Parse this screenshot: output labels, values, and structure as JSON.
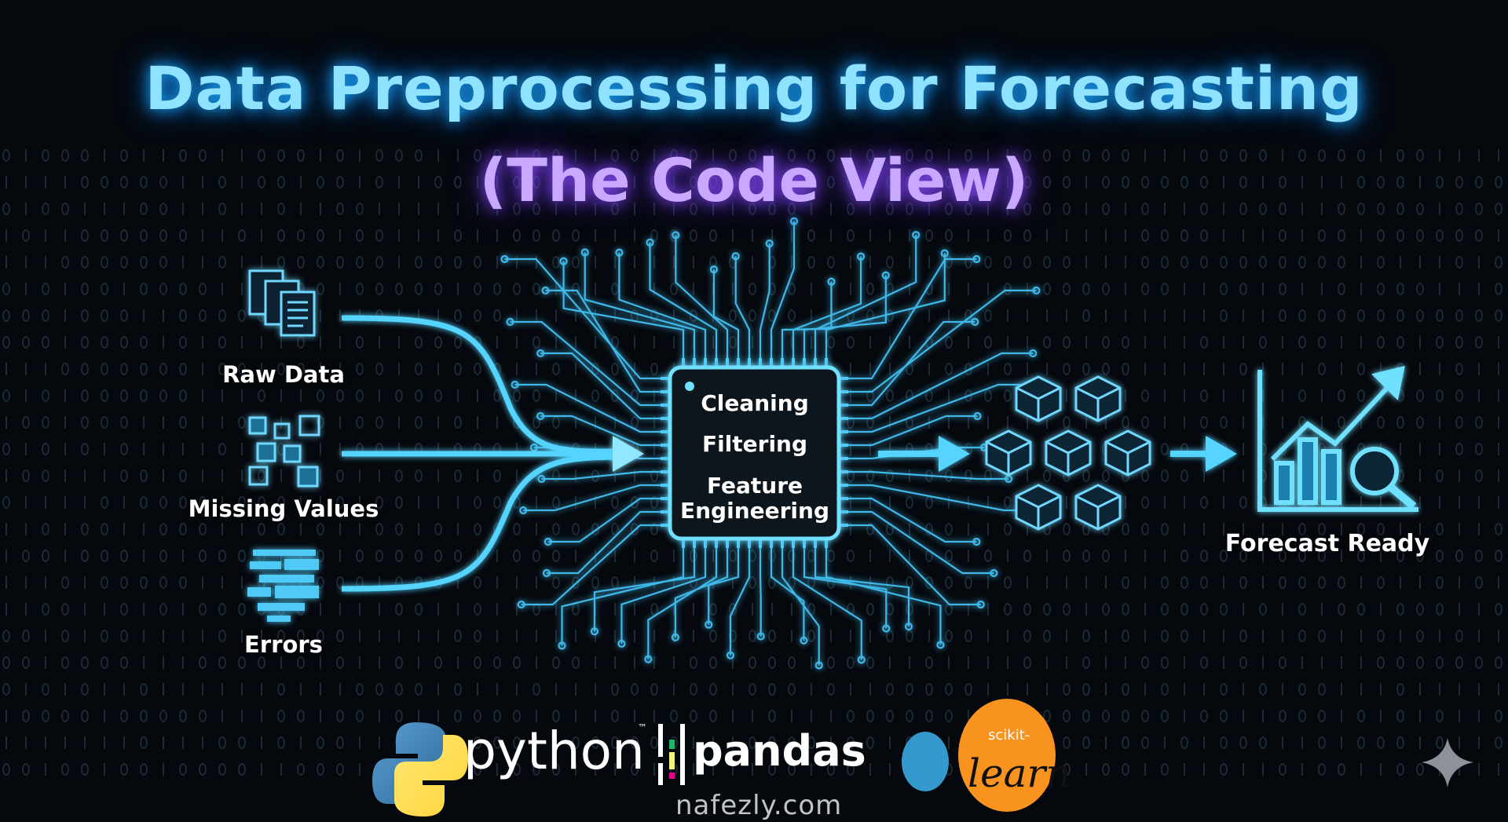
{
  "title": {
    "line1": "Data Preprocessing for Forecasting",
    "line2": "(The Code View)"
  },
  "inputs": [
    {
      "label": "Raw Data",
      "icon": "documents-icon"
    },
    {
      "label": "Missing Values",
      "icon": "missing-blocks-icon"
    },
    {
      "label": "Errors",
      "icon": "glitch-icon"
    }
  ],
  "processor": {
    "steps": [
      "Cleaning",
      "Filtering",
      "Feature Engineering"
    ]
  },
  "output": {
    "label": "Forecast Ready",
    "icon": "growth-chart-magnifier-icon"
  },
  "logos": {
    "python": "python",
    "python_tm": "™",
    "pandas": "pandas",
    "sklearn_top": "scikit-",
    "sklearn_bottom": "learn"
  },
  "watermark": "nafezly.com",
  "colors": {
    "accent": "#3fc8ff",
    "title_blue": "#8fe3ff",
    "title_purple": "#c9a8ff",
    "background": "#05080d"
  }
}
